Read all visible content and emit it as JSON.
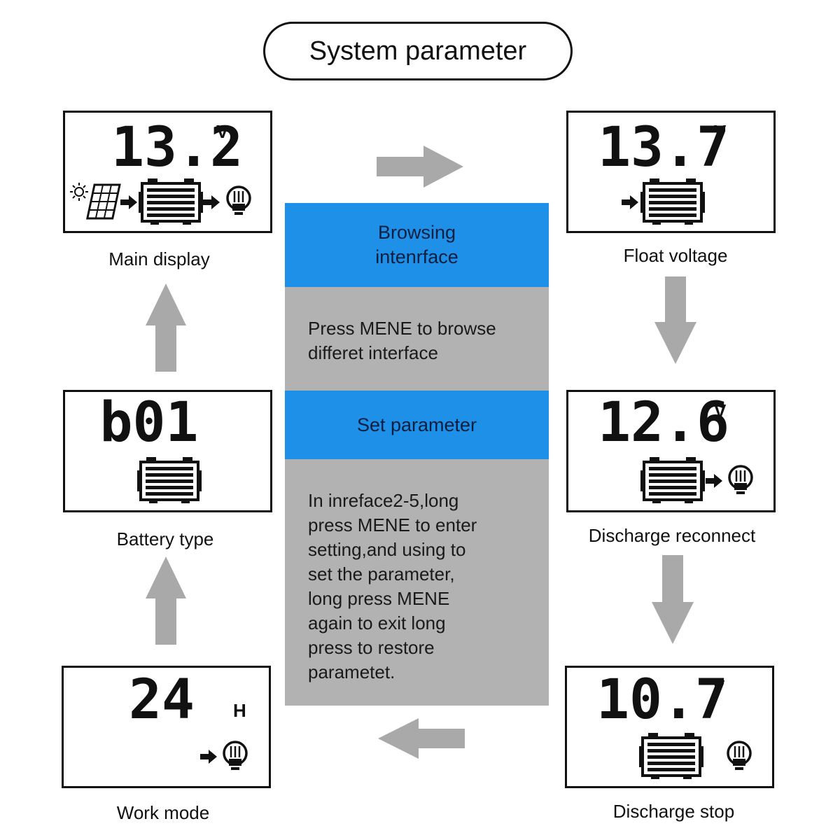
{
  "title": "System parameter",
  "center": {
    "browse_title_line1": "Browsing",
    "browse_title_line2": "intenrface",
    "browse_desc_lines": [
      "Press MENE to browse",
      "differet interface"
    ],
    "set_title": "Set parameter",
    "set_desc_lines": [
      "In inreface2-5,long",
      "press MENE to enter",
      "setting,and using to",
      "set the parameter,",
      "long press MENE",
      "again to exit long",
      "press to restore",
      "parametet."
    ]
  },
  "panels": {
    "main_display": {
      "value": "13.2",
      "unit": "V",
      "caption": "Main display"
    },
    "float_voltage": {
      "value": "13.7",
      "unit": "V",
      "caption": "Float voltage"
    },
    "battery_type": {
      "value": "b01",
      "caption": "Battery type"
    },
    "discharge_reconnect": {
      "value": "12.6",
      "unit": "V",
      "caption": "Discharge reconnect"
    },
    "work_mode": {
      "value": "24",
      "unit": "H",
      "caption": "Work mode"
    },
    "discharge_stop": {
      "value": "10.7",
      "unit": "V",
      "caption": "Discharge stop"
    }
  },
  "colors": {
    "blue": "#1e90e8",
    "gray": "#b2b2b2",
    "arrow": "#a9a9a9"
  },
  "icons": [
    "sun-icon",
    "solar-panel-icon",
    "battery-icon",
    "bulb-icon",
    "arrow-right-icon"
  ]
}
